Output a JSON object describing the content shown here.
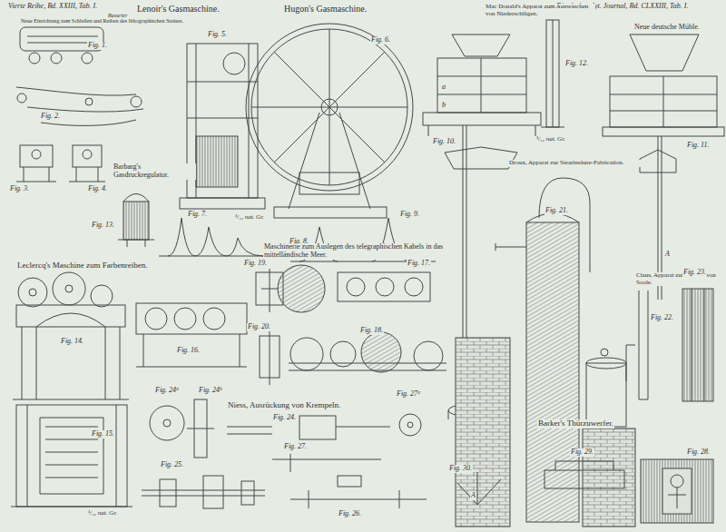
{
  "diagram": {
    "labels": [
      "Vierte Reihe, Bd. XXIII, Tab. I.",
      "Dingler's polyt. Journal, Bd. CLXXIII, Tab. I.",
      "Lenoir's Gasmaschine.",
      "Bavarier",
      "Neue Einrichtung zum Schleifen und Reiben des lithographischen Steines.",
      "Hugon's Gasmaschine.",
      "Mac Donald's Apparat zum Auswaschen von Niederschlägen.",
      "Neue deutsche Mühle.",
      "Fig. 1.",
      "Fig. 2.",
      "Fig. 3.",
      "Fig. 4.",
      "Barbarg's Gasdruckregulator.",
      "Fig. 5.",
      "Fig. 6.",
      "Fig. 10.",
      "Fig. 12.",
      "Fig. 11.",
      "¹/₁₀ nat. Gr.",
      "Fig. 13.",
      "Fig. 7.",
      "¹/₁₀ nat. Gr.",
      "Fig. 8.",
      "Fig. 9.",
      "Droux, Apparat zur Stearinsäure-Fabrication.",
      "Fig. 21.",
      "Leclercq's Maschine zum Farbenreiben.",
      "Maschinerie zum Auslegen des telegraphischen Kabels in das mittelländische Meer.",
      "Fig. 19.",
      "Fig. 17.",
      "Fig. 20.",
      "Fig. 18.",
      "Fig. 14.",
      "Fig. 16.",
      "Claus, Apparat zum Heben von Soole.",
      "Fig. 22.",
      "Fig. 23.",
      "Fig. 24ᵃ",
      "Fig. 24ᵇ",
      "Niess, Ausrückung von Krempeln.",
      "Fig. 27ᵃ",
      "Fig. 24.",
      "Fig. 27.",
      "Fig. 25.",
      "Fig. 26.",
      "Fig. 15.",
      "¹/₁₀ nat. Gr.",
      "Fig. 30.",
      "Barker's Thürzuwerfer.",
      "Fig. 29.",
      "Fig. 28.",
      "A",
      "A",
      "a",
      "b"
    ]
  }
}
